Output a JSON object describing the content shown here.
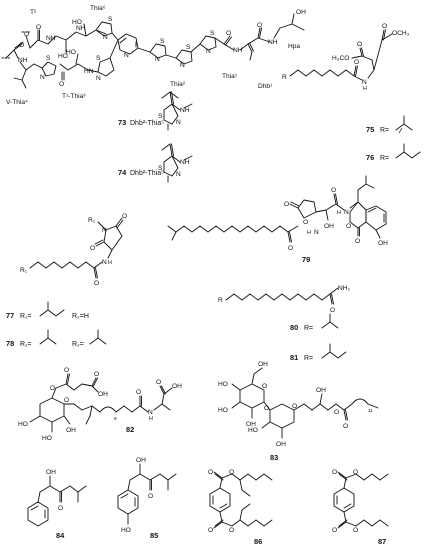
{
  "thiopeptide": {
    "atoms": {
      "o": "O",
      "nh": "NH",
      "hn": "HN",
      "n": "N",
      "s": "S",
      "ho": "HO",
      "oh": "OH"
    },
    "residues": {
      "t2": "T²",
      "thia6": "Thia⁶",
      "t1thia3": "T¹-Thia³",
      "vthia4": "V-Thia⁴",
      "thia2": "Thia²",
      "thia1": "Thia¹",
      "hpa": "Hpa",
      "dhb1": "Dhb¹"
    },
    "variants": [
      {
        "num": "73",
        "label": "Dhb²-Thia⁵"
      },
      {
        "num": "74",
        "label": "Dhb²-Thia⁵"
      }
    ]
  },
  "aspartate_series": {
    "atoms": {
      "r": "R",
      "o": "O",
      "h3co": "H₃CO",
      "och3": "OCH₃",
      "nh": "N",
      "h": "H"
    },
    "items": [
      {
        "num": "75",
        "label": "R="
      },
      {
        "num": "76",
        "label": "R="
      }
    ]
  },
  "compound79": {
    "num": "79",
    "atoms": {
      "o": "O",
      "oh": "OH",
      "nh": "N",
      "h": "H"
    }
  },
  "succinimide_series": {
    "atoms": {
      "r1": "R₁",
      "r2": "R₂",
      "o": "O",
      "n": "N",
      "nh": "N",
      "h": "H"
    },
    "items": [
      {
        "num": "77",
        "r1": "R₁=",
        "r2": "R₂=H"
      },
      {
        "num": "78",
        "r1": "R₁=",
        "r2": "R₂="
      }
    ]
  },
  "amide_series": {
    "atoms": {
      "r": "R",
      "o": "O",
      "nh2": "NH₂"
    },
    "items": [
      {
        "num": "80",
        "label": "R="
      },
      {
        "num": "81",
        "label": "R="
      }
    ]
  },
  "glycolipids": {
    "c82": {
      "num": "82",
      "atoms": {
        "o": "O",
        "oh": "OH",
        "ho": "HO",
        "n": "N",
        "h": "H"
      },
      "repeat": "8"
    },
    "c83": {
      "num": "83",
      "atoms": {
        "o": "O",
        "oh": "OH",
        "ho": "HO"
      },
      "repeat": "11"
    }
  },
  "small_molecules": [
    {
      "num": "84",
      "atoms": {
        "oh": "OH",
        "o": "O"
      }
    },
    {
      "num": "85",
      "atoms": {
        "oh": "OH",
        "o": "O",
        "ho": "HO"
      }
    },
    {
      "num": "86",
      "atoms": {
        "o": "O"
      }
    },
    {
      "num": "87",
      "atoms": {
        "o": "O"
      }
    }
  ]
}
